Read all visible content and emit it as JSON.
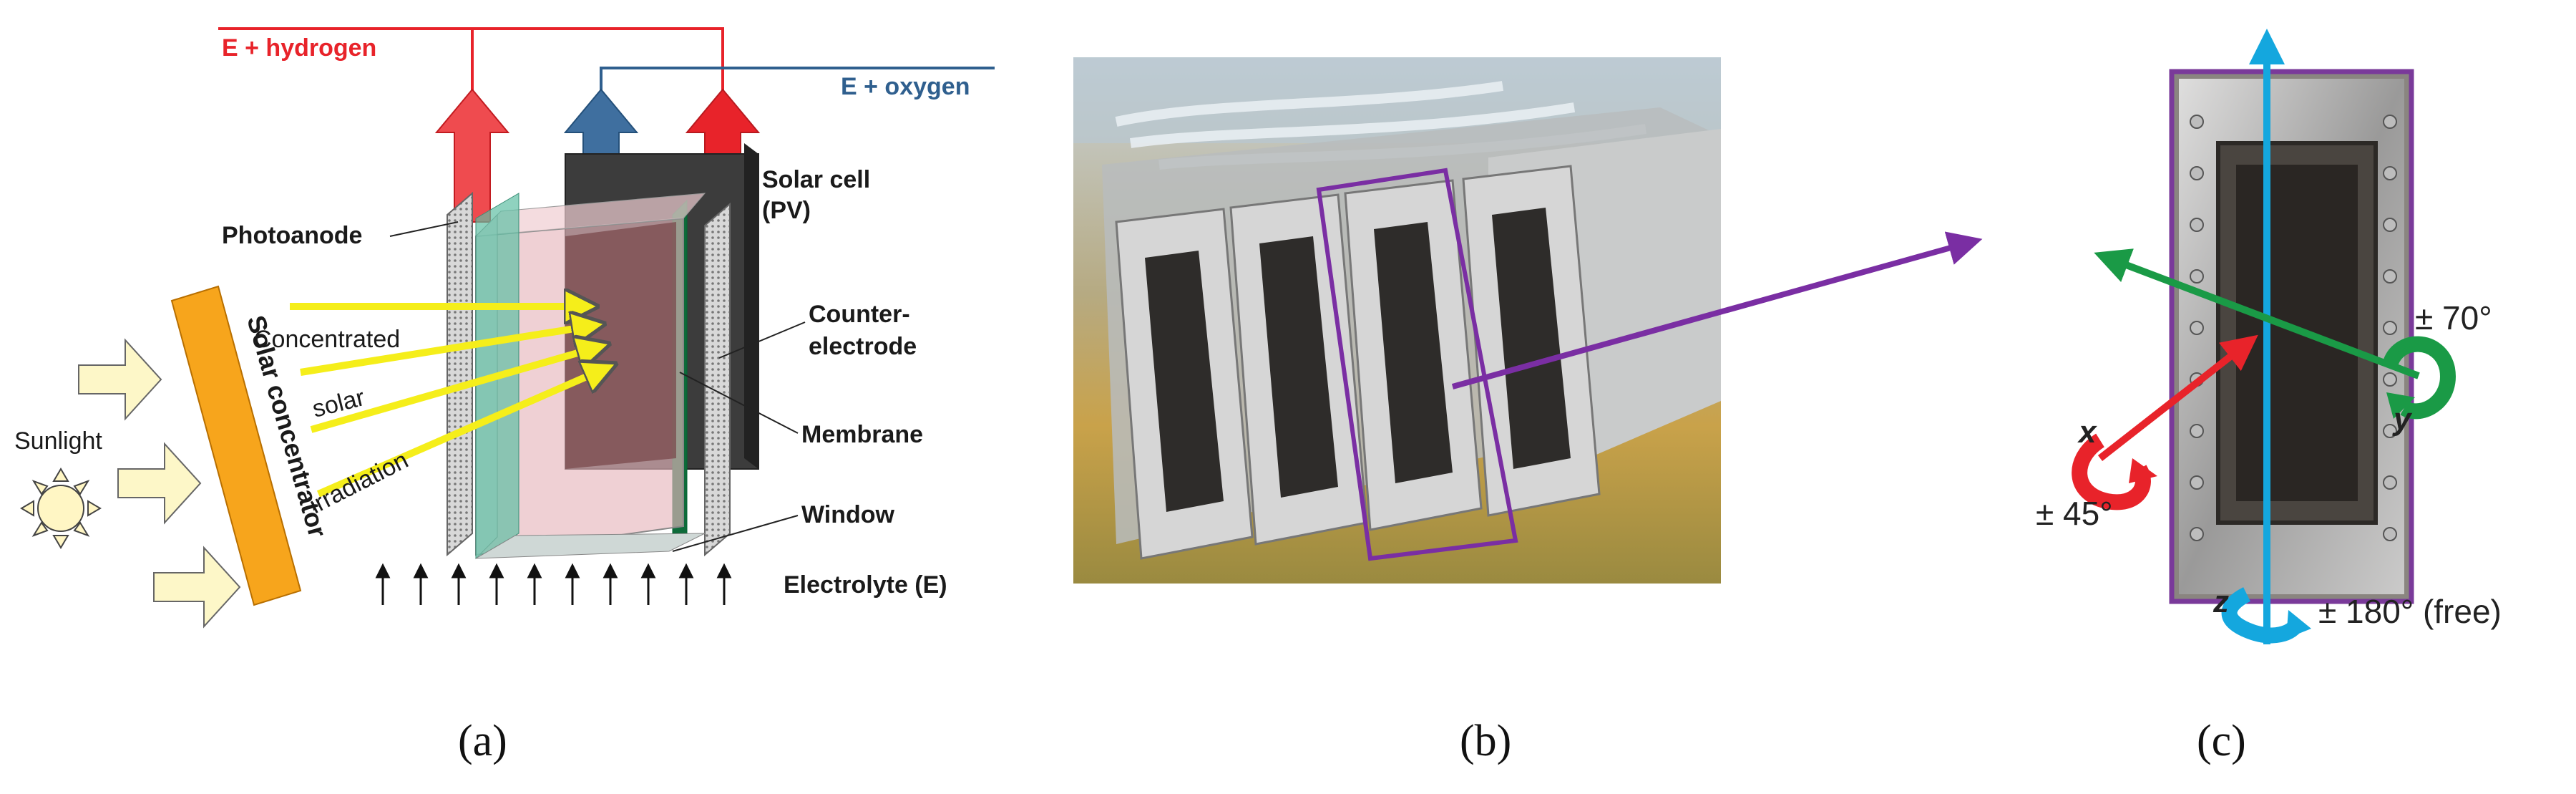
{
  "panel_a": {
    "hydrogen": "E + hydrogen",
    "oxygen": "E + oxygen",
    "photoanode": "Photoanode",
    "solar_cell_1": "Solar cell",
    "solar_cell_2": "(PV)",
    "counter_1": "Counter-",
    "counter_2": "electrode",
    "membrane": "Membrane",
    "window": "Window",
    "electrolyte": "Electrolyte (E)",
    "sunlight": "Sunlight",
    "concentrator": "Solar concentrator",
    "concentrated": "Concentrated",
    "solar": "solar",
    "irradiation": "irradiation",
    "caption": "(a)"
  },
  "panel_b": {
    "caption": "(b)"
  },
  "panel_c": {
    "x_label": "x",
    "y_label": "y",
    "z_label": "z",
    "x_range": "± 45°",
    "y_range": "± 70°",
    "z_range": "± 180° (free)",
    "caption": "(c)"
  },
  "colors": {
    "hydrogen": "#e8232a",
    "oxygen": "#2f5f8e",
    "concentrator": "#f7a51c",
    "light_ray": "#f5ee1a",
    "membrane": "#0e6b3a",
    "frame": "#7a3a9a",
    "axis_z": "#14a7de",
    "axis_y": "#1a9a46",
    "axis_x": "#e8232a"
  }
}
